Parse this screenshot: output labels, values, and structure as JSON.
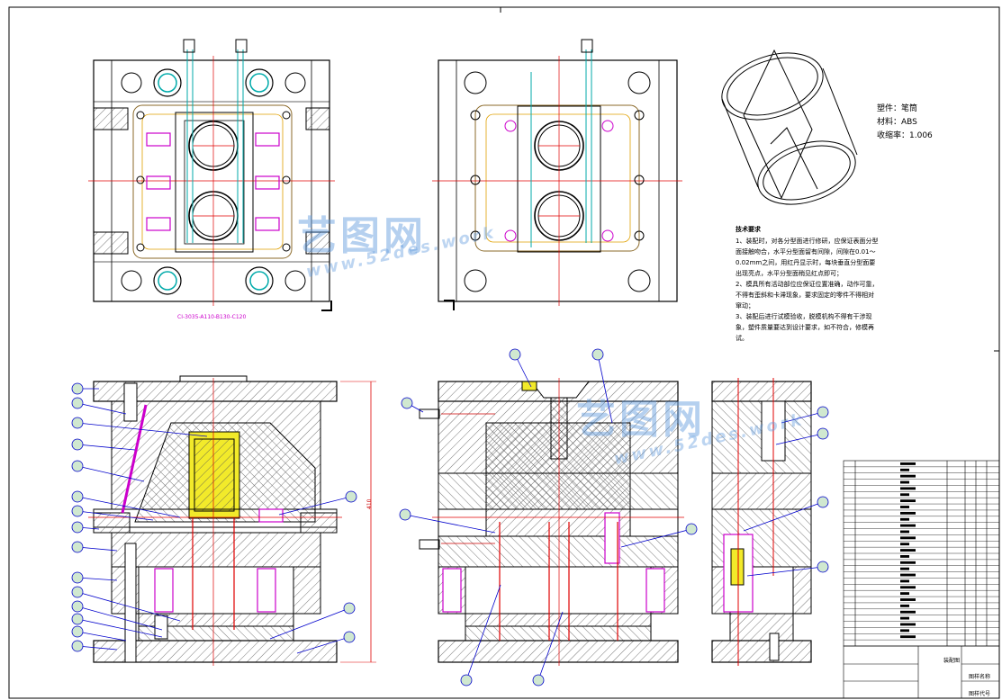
{
  "part": {
    "name": "塑件：笔筒",
    "material": "材料：ABS",
    "shrinkage": "收缩率：1.006"
  },
  "tech": {
    "title": "技术要求",
    "items": [
      "1、装配时，对各分型面进行修研，应保证表面分型面接触吻合，水平分型面留有间隙，间隙在0.01～0.02mm之间，用红丹显示时，每块垂直分型面要出现亮点，水平分型面稍见红点即可；",
      "2、模具所有活动部位应保证位置准确，动作可靠，不得有歪斜和卡滞现象，要求固定的零件不得相对窜动；",
      "3、装配后进行试模验收，脱模机构不得有干涉现象，塑件质量要达到设计要求，如不符合，修模再试。"
    ]
  },
  "spec": "CI-3035-A110-B130-C120",
  "dimension": "410",
  "watermark": {
    "brand": "艺图网",
    "url": "www.52des.work"
  },
  "title_block": {
    "label1": "装配图",
    "label2": "图样名称",
    "label3": "图样代号"
  },
  "colors": {
    "outline": "#000000",
    "centerline": "#e00000",
    "hatch": "#555555",
    "yellow": "#f2ea2a",
    "magenta": "#cc00cc",
    "green": "#00a000",
    "leader": "#0000cc",
    "brown": "#8b6a2a",
    "cyan": "#00aaaa"
  }
}
